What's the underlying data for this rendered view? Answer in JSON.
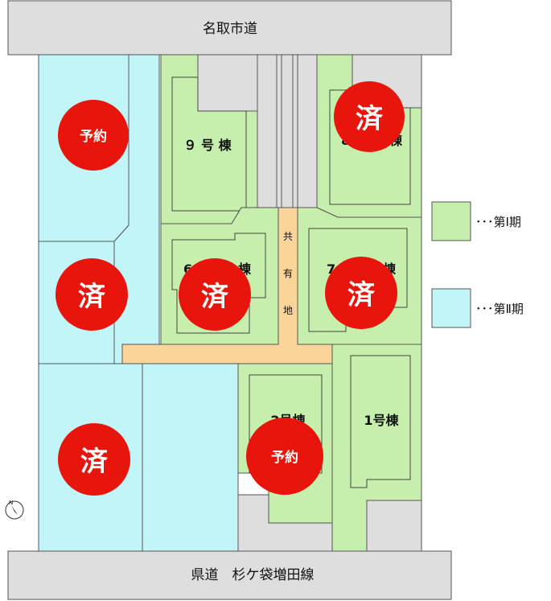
{
  "roads": {
    "top": "名取市道",
    "bottom": "県道　杉ケ袋増田線"
  },
  "common_area": [
    "共",
    "有",
    "地"
  ],
  "buildings": {
    "b9": "９ 号 棟",
    "b8": "8",
    "b8_tail": "棟",
    "b6": "6",
    "b6_tail": "棟",
    "b7": "7",
    "b7_tail": "棟",
    "b2": "2号棟",
    "b1": "1号棟"
  },
  "badges": {
    "reserved": "予約",
    "sold": "済"
  },
  "legend": [
    {
      "label": "･･･第Ⅰ期",
      "color": "#c6efae"
    },
    {
      "label": "･･･第Ⅱ期",
      "color": "#c2f5f7"
    }
  ],
  "colors": {
    "phase1": "#c6efae",
    "phase2": "#c2f5f7",
    "road": "#dedede",
    "common": "#fbd49a",
    "badge": "#e8150c"
  },
  "compass": {
    "north": "N"
  }
}
